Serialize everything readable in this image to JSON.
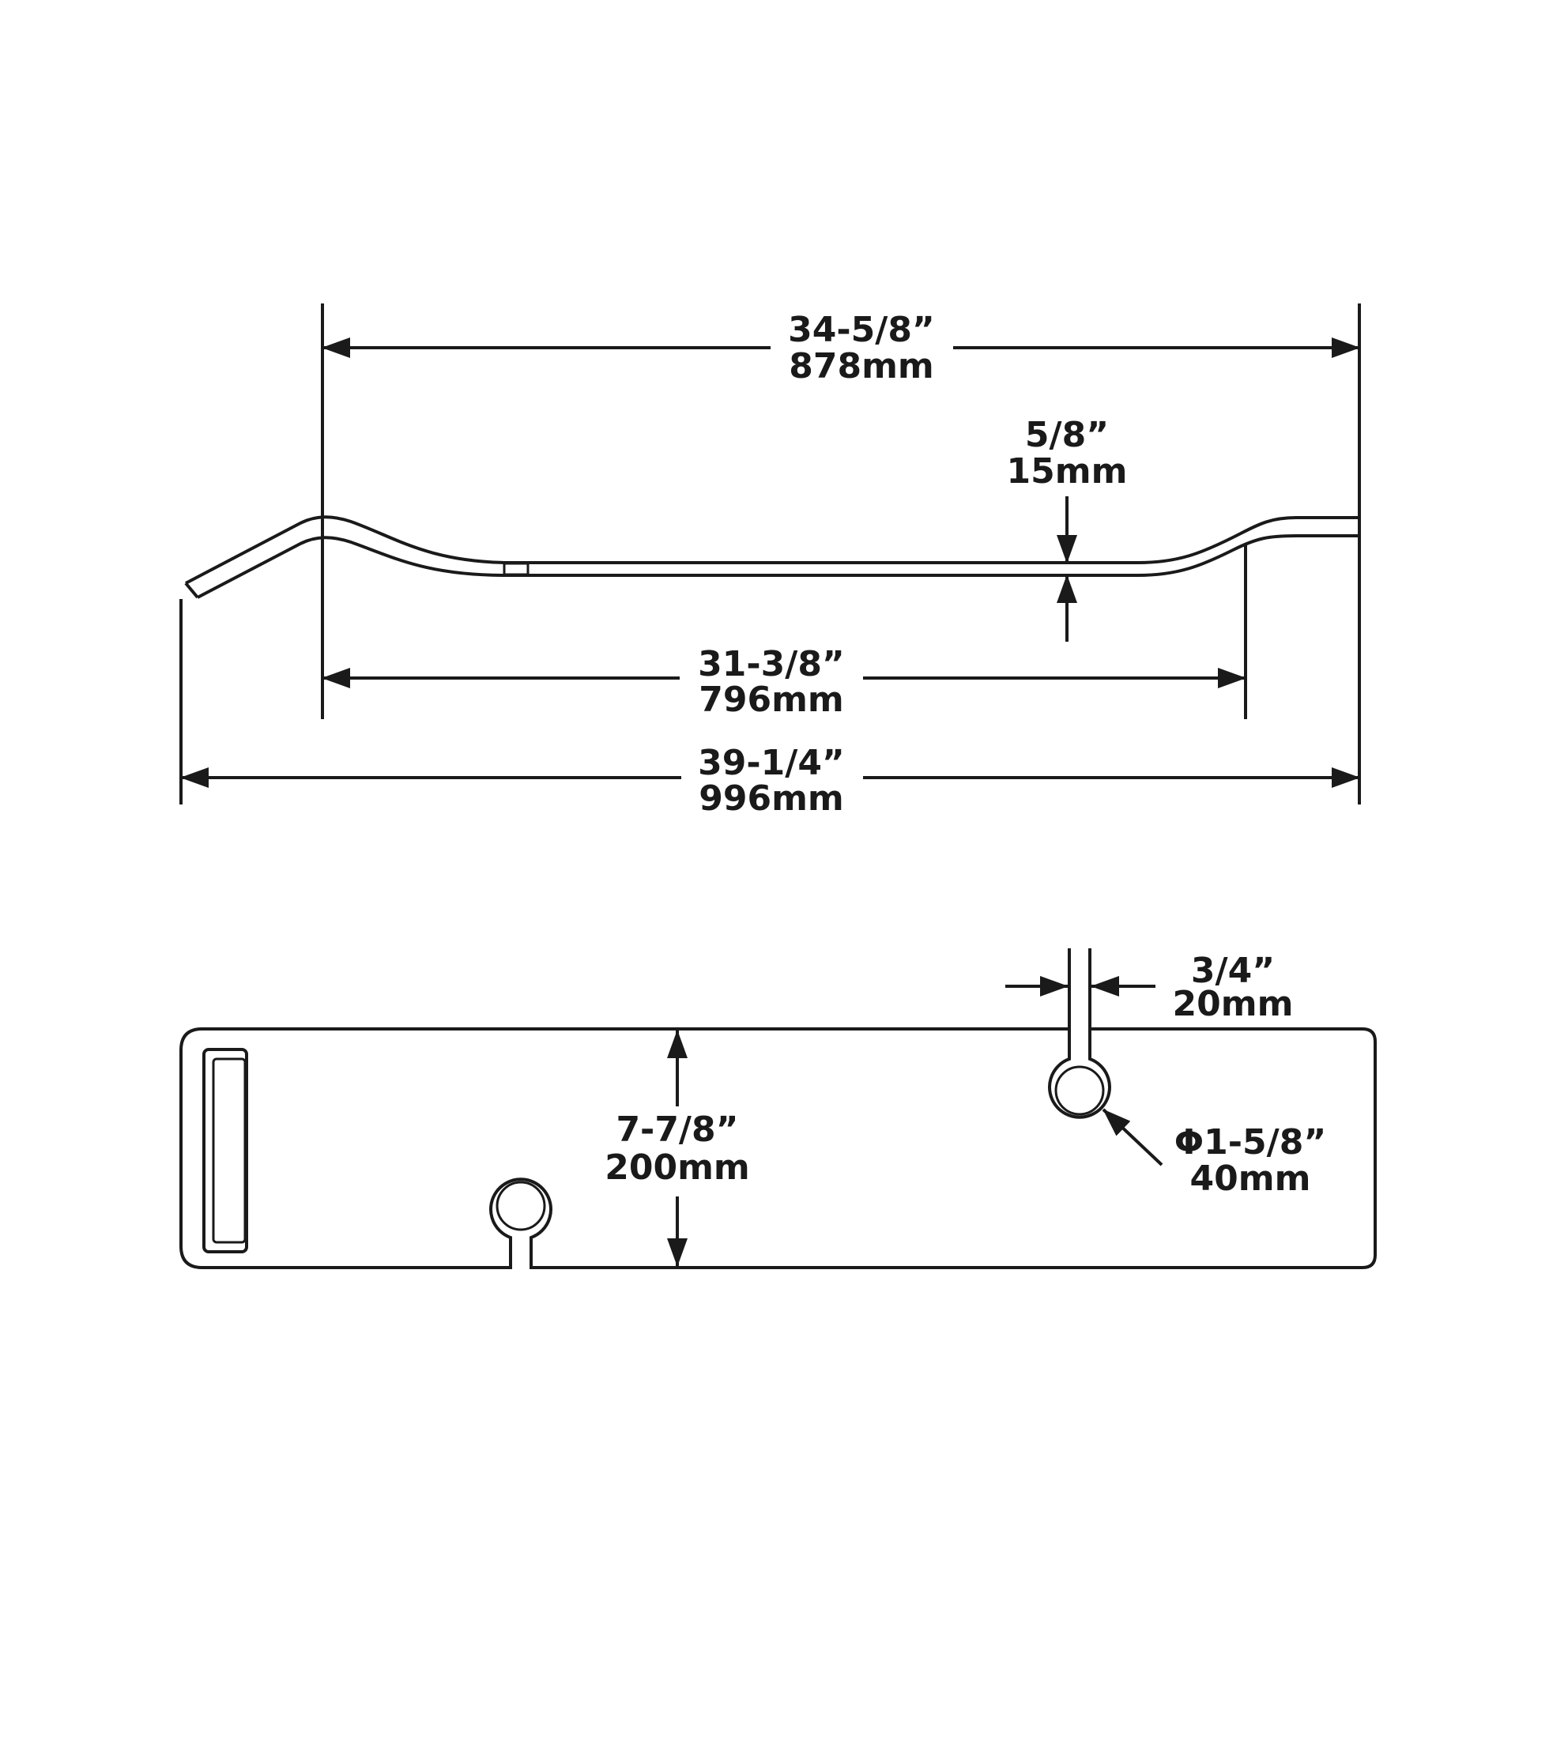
{
  "side_view": {
    "overall_length": {
      "imperial": "39-1/4”",
      "metric": "996mm"
    },
    "bar_length": {
      "imperial": "34-5/8”",
      "metric": "878mm"
    },
    "straight_length": {
      "imperial": "31-3/8”",
      "metric": "796mm"
    },
    "thickness": {
      "imperial": "5/8”",
      "metric": "15mm"
    }
  },
  "top_view": {
    "width": {
      "imperial": "7-7/8”",
      "metric": "200mm"
    },
    "slot_width": {
      "imperial": "3/4”",
      "metric": "20mm"
    },
    "hole_diameter": {
      "imperial": "Φ1-5/8”",
      "metric": "40mm"
    }
  },
  "colors": {
    "line": "#1a1a1a",
    "background": "#ffffff"
  }
}
